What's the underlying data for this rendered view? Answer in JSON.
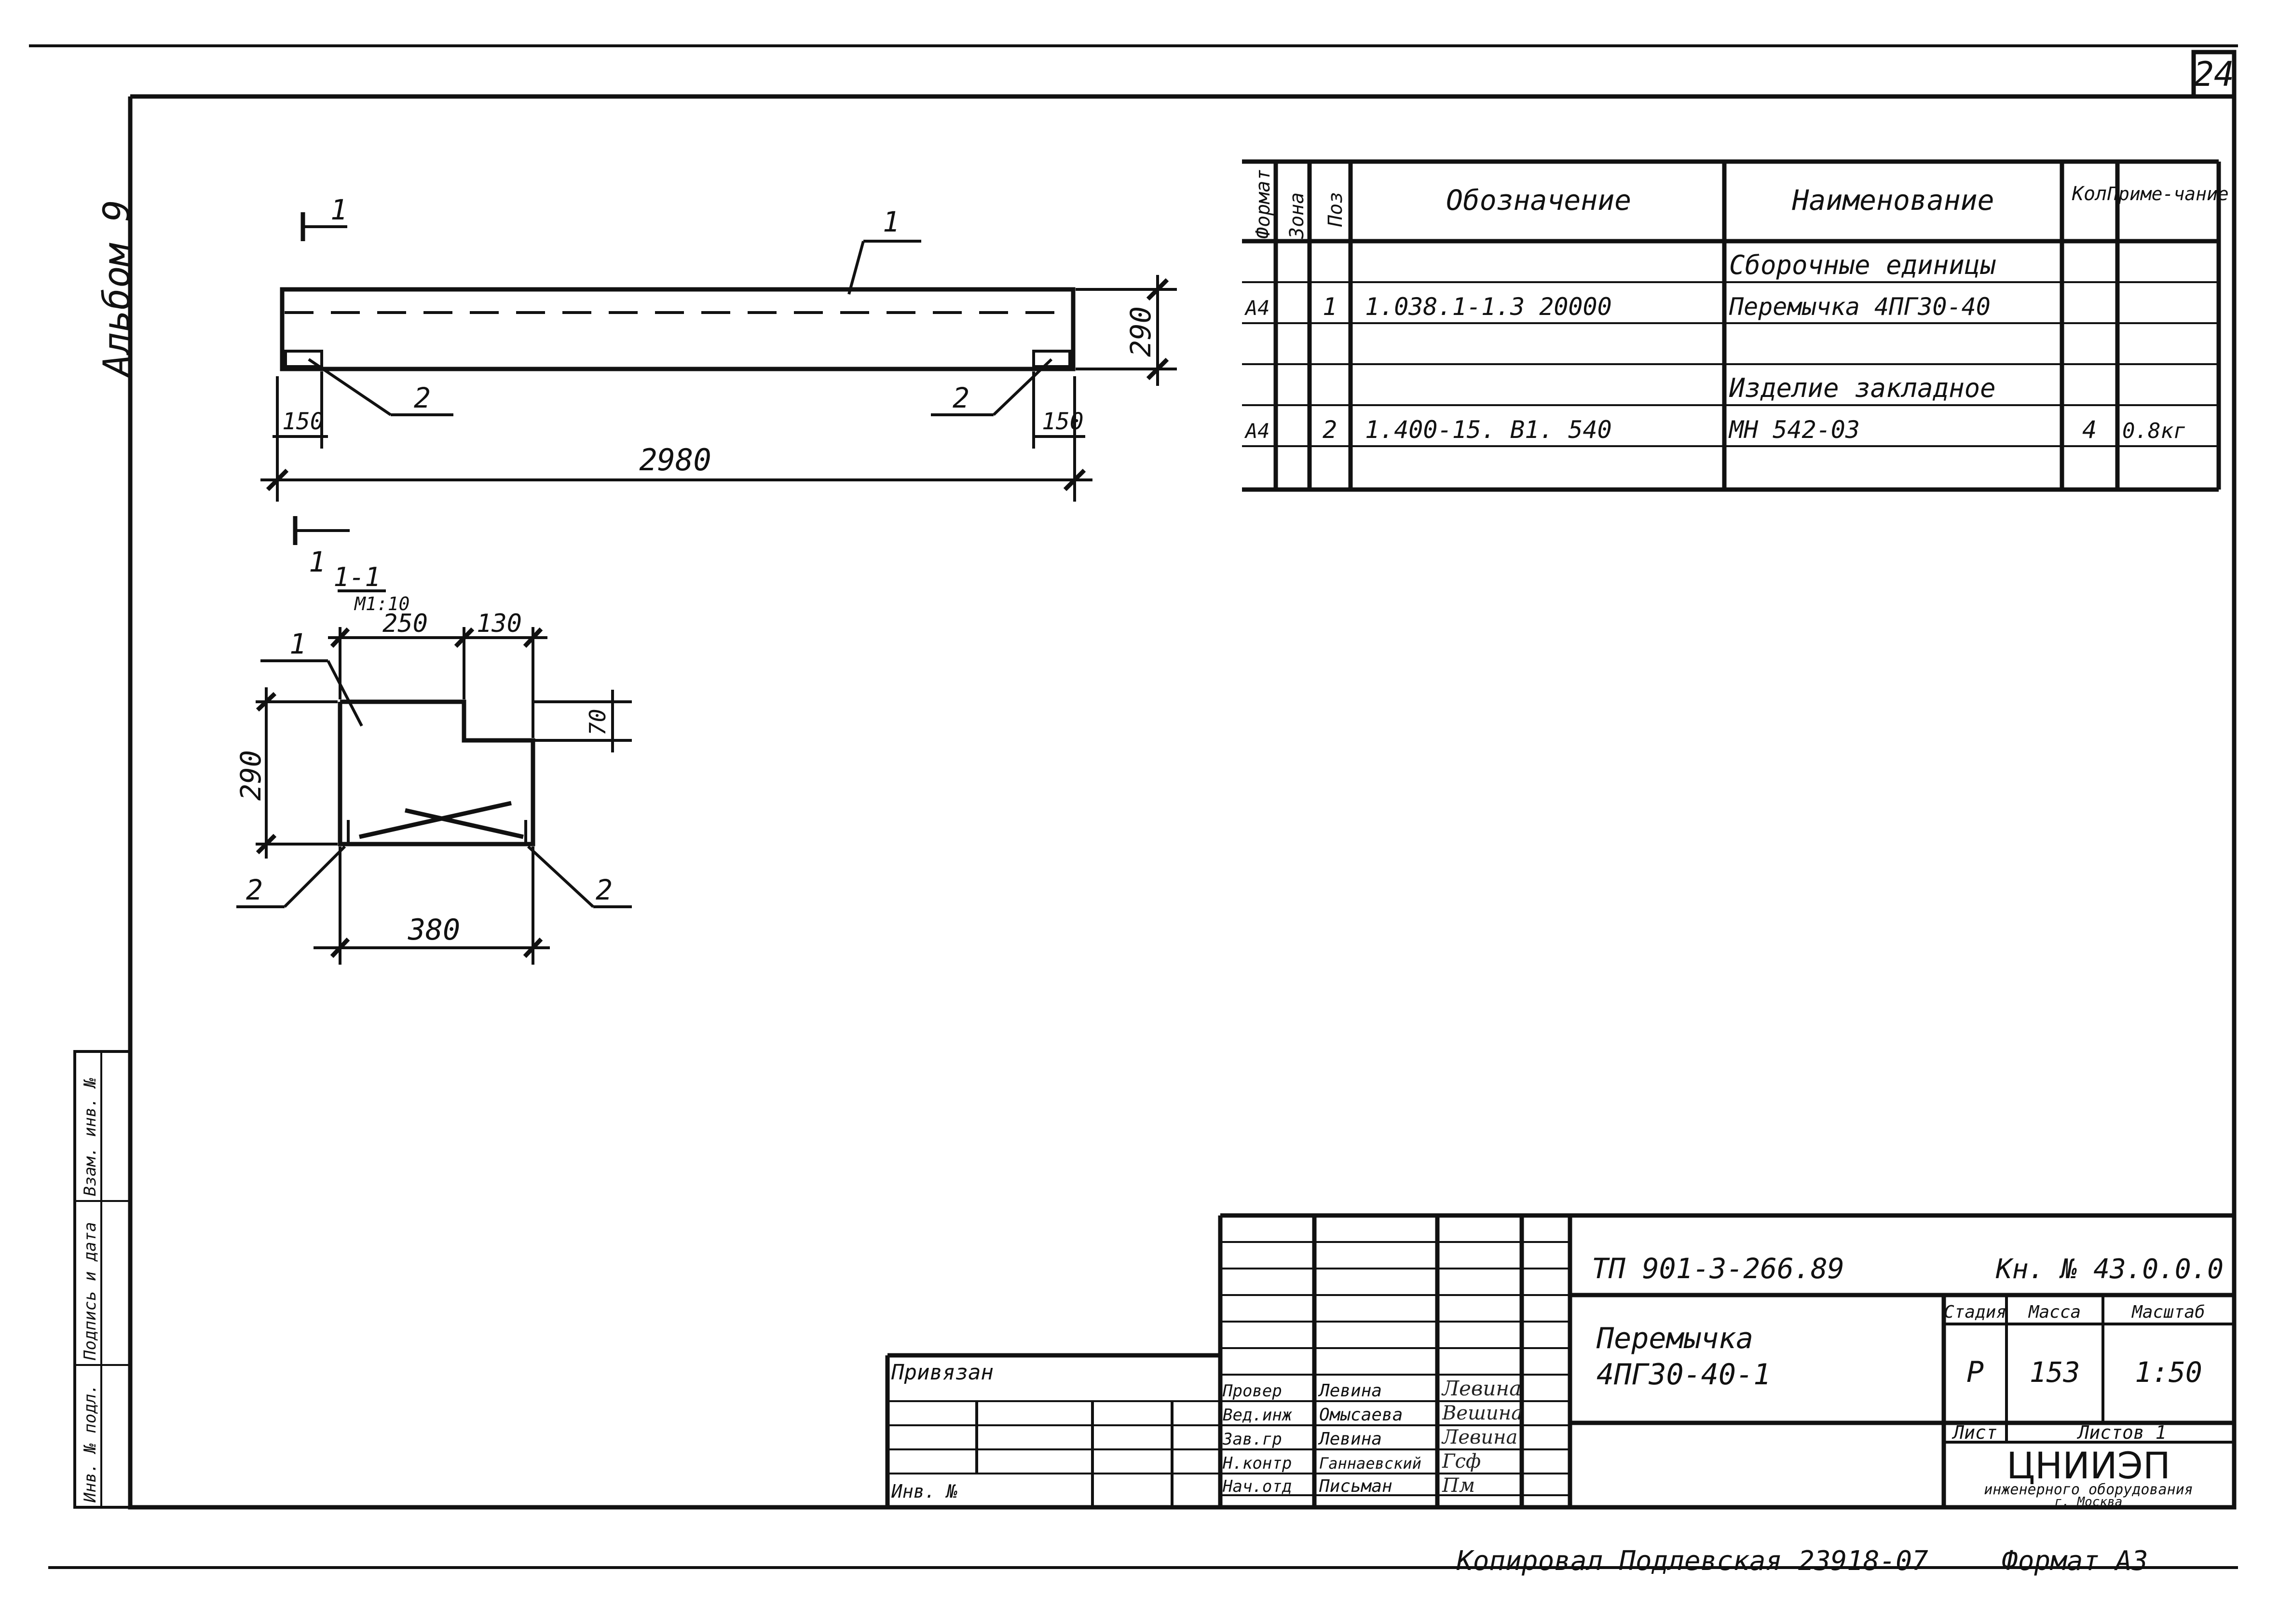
{
  "sheet": {
    "page_number": "24",
    "album_label": "Альбом 9",
    "left_strip": [
      "Инв. № подл.",
      "Подпись и дата",
      "Взам. инв. №"
    ],
    "footer_copy": "Копировал Подлевская 23918-07",
    "footer_format": "Формат А3"
  },
  "drawing": {
    "elevation": {
      "section_mark": "1",
      "leader_1": "1",
      "leader_2_left": "2",
      "leader_2_right": "2",
      "dim_length": "2980",
      "dim_left": "150",
      "dim_right": "150",
      "dim_height": "290"
    },
    "section": {
      "title": "1-1",
      "scale": "М1:10",
      "leader_1": "1",
      "leader_2_left": "2",
      "leader_2_right": "2",
      "dim_top_a": "250",
      "dim_top_b": "130",
      "dim_step": "70",
      "dim_height": "290",
      "dim_width": "380"
    }
  },
  "spec_table": {
    "headers": {
      "format": "Формат",
      "zone": "Зона",
      "pos": "Поз",
      "designation": "Обозначение",
      "name": "Наименование",
      "qty": "Кол",
      "note": "Приме-чание"
    },
    "rows": [
      {
        "format": "",
        "zone": "",
        "pos": "",
        "designation": "",
        "name": "Сборочные единицы",
        "qty": "",
        "note": ""
      },
      {
        "format": "А4",
        "zone": "",
        "pos": "1",
        "designation": "1.038.1-1.3 20000",
        "name": "Перемычка 4ПГ30-40",
        "qty": "",
        "note": ""
      },
      {
        "format": "",
        "zone": "",
        "pos": "",
        "designation": "",
        "name": "",
        "qty": "",
        "note": ""
      },
      {
        "format": "",
        "zone": "",
        "pos": "",
        "designation": "",
        "name": "Изделие закладное",
        "qty": "",
        "note": ""
      },
      {
        "format": "А4",
        "zone": "",
        "pos": "2",
        "designation": "1.400-15. В1. 540",
        "name": "МН 542-03",
        "qty": "4",
        "note": "0.8кг"
      },
      {
        "format": "",
        "zone": "",
        "pos": "",
        "designation": "",
        "name": "",
        "qty": "",
        "note": ""
      }
    ]
  },
  "title_block": {
    "doc_code": "ТП 901-3-266.89",
    "book": "Кн. № 43.0.0.0",
    "item_name_1": "Перемычка",
    "item_name_2": "4ПГ30-40-1",
    "stage_label": "Стадия",
    "mass_label": "Масса",
    "scale_label": "Масштаб",
    "stage": "Р",
    "mass": "153",
    "scale": "1:50",
    "sheet_label": "Лист",
    "sheets_label": "Листов 1",
    "org_1": "ЦНИИЭП",
    "org_2": "инженерного оборудования",
    "org_3": "г. Москва",
    "bound": "Привязан",
    "inv": "Инв. №",
    "roles": [
      {
        "role": "Провер",
        "name": "Левина",
        "sign": "Левина"
      },
      {
        "role": "Вед.инж",
        "name": "Омысаева",
        "sign": "Вешина"
      },
      {
        "role": "Зав.гр",
        "name": "Левина",
        "sign": "Левина"
      },
      {
        "role": "Н.контр",
        "name": "Ганнаевский",
        "sign": "Гсф"
      },
      {
        "role": "Нач.отд",
        "name": "Письман",
        "sign": "Пм"
      }
    ]
  }
}
